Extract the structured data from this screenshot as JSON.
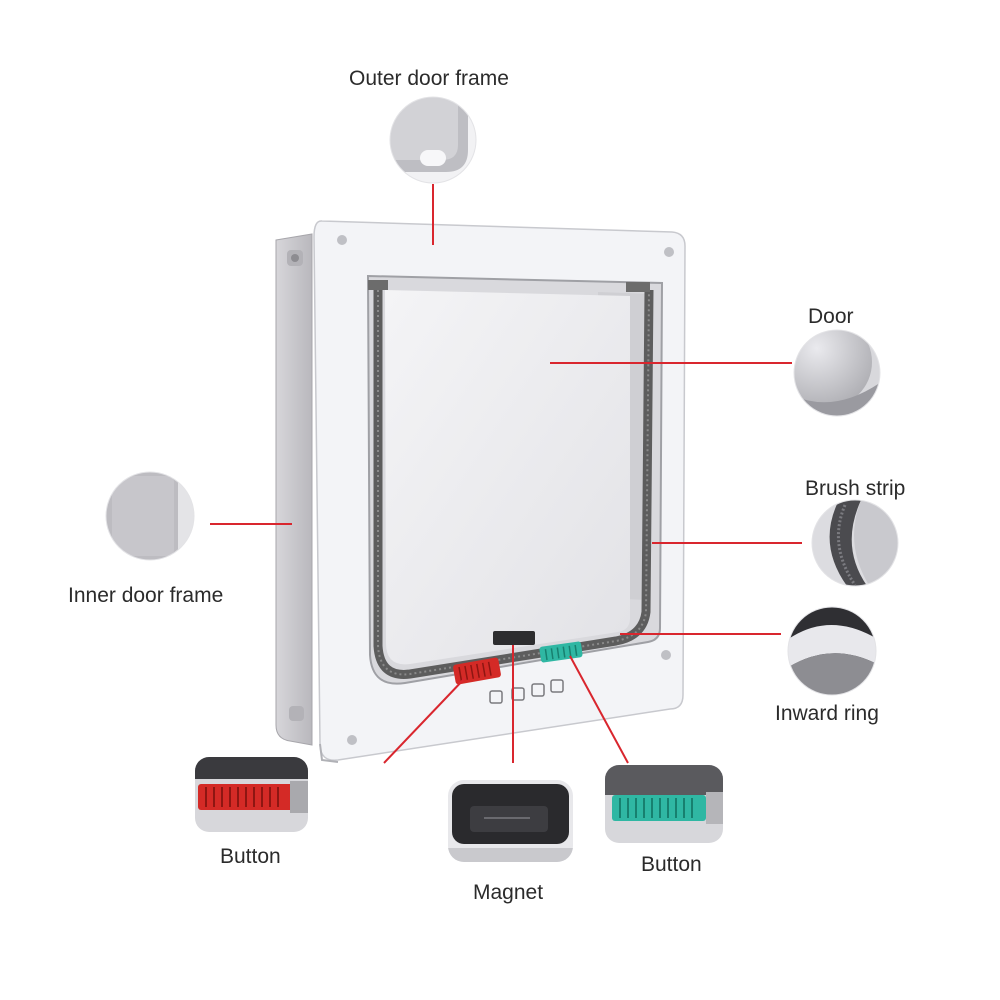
{
  "labels": {
    "outer_door_frame": "Outer door frame",
    "door": "Door",
    "brush_strip": "Brush strip",
    "inner_door_frame": "Inner door frame",
    "inward_ring": "Inward ring",
    "button_left": "Button",
    "button_right": "Button",
    "magnet": "Magnet"
  },
  "colors": {
    "leader_line": "#d9262e",
    "frame_white": "#f3f4f7",
    "inner_frame_gray": "#c9c8cc",
    "brush_dark": "#5d5d5d",
    "door_panel": "#ececef",
    "button_red": "#d42a26",
    "button_teal": "#2fb7a3"
  }
}
